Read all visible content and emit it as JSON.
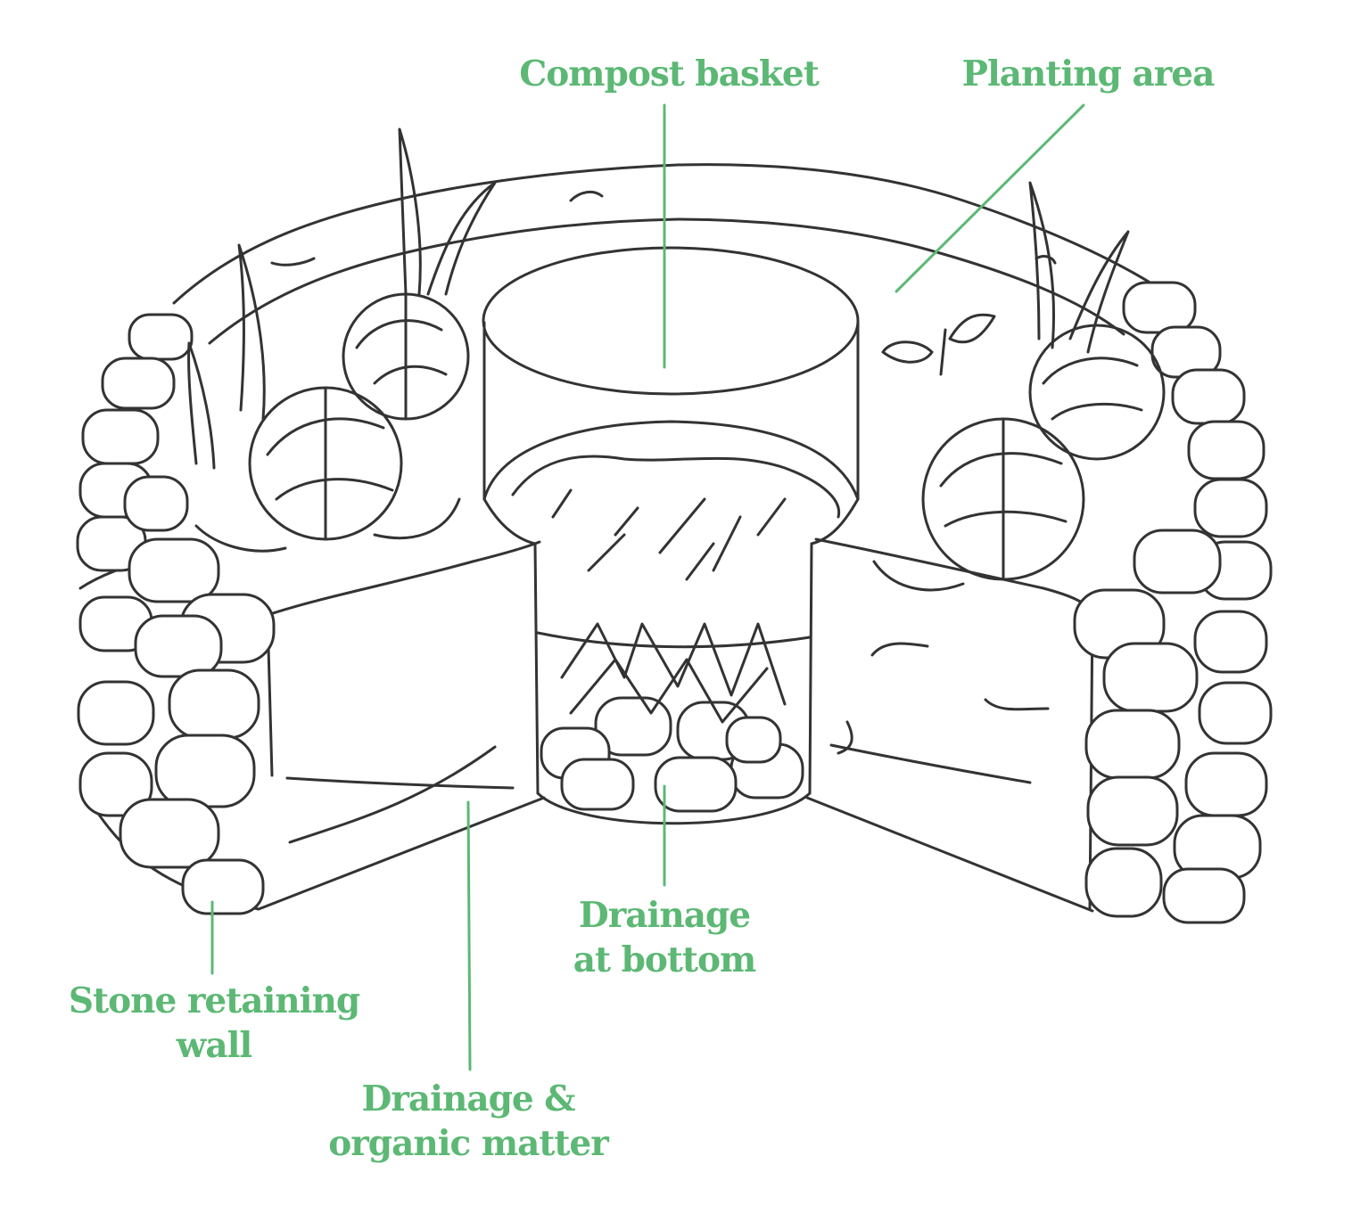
{
  "colors": {
    "accent": "#5cb874",
    "ink": "#333333",
    "background": "#ffffff"
  },
  "labels": {
    "compost_basket": "Compost basket",
    "planting_area": "Planting area",
    "drainage_bottom": [
      "Drainage",
      "at bottom"
    ],
    "stone_wall": [
      "Stone retaining",
      "wall"
    ],
    "drainage_organic": [
      "Drainage &",
      "organic matter"
    ]
  }
}
